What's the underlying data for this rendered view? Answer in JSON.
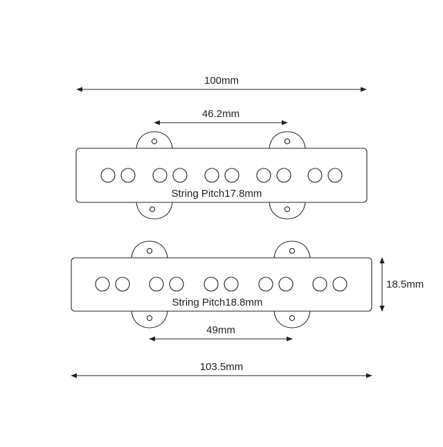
{
  "colors": {
    "stroke": "#222222",
    "background": "#ffffff",
    "text": "#222222"
  },
  "diagram": {
    "overall_width_top": "100mm",
    "mount_spacing_top": "46.2mm",
    "string_pitch_top": "String Pitch17.8mm",
    "overall_width_bottom": "103.5mm",
    "mount_spacing_bottom": "49mm",
    "string_pitch_bottom": "String Pitch18.8mm",
    "height_bottom": "18.5mm"
  }
}
